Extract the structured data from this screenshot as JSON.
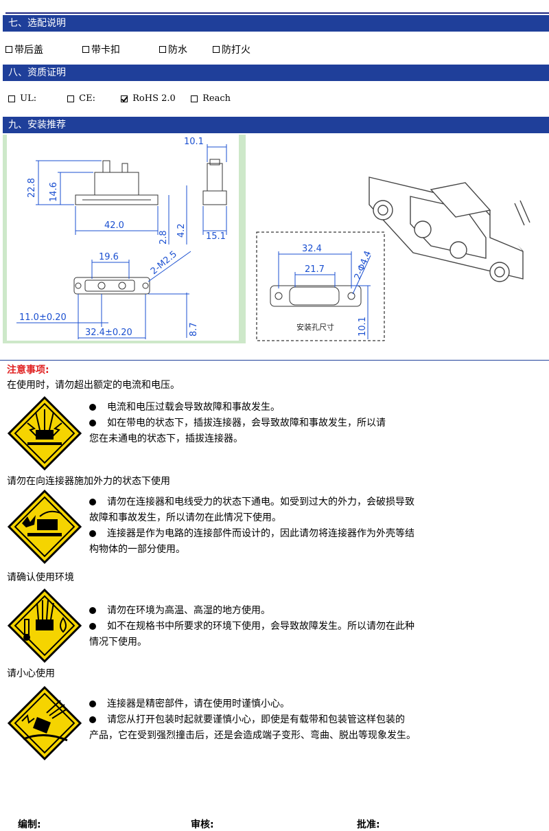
{
  "sections": {
    "s7": "七、选配说明",
    "s8": "八、资质证明",
    "s9": "九、安装推荐"
  },
  "options": [
    "带后盖",
    "带卡扣",
    "防水",
    "防打火"
  ],
  "certs": [
    {
      "label": "UL:",
      "checked": false
    },
    {
      "label": "CE:",
      "checked": false
    },
    {
      "label": "RoHS 2.0",
      "checked": true
    },
    {
      "label": "Reach",
      "checked": false
    }
  ],
  "drawing": {
    "dims": {
      "d101": "10.1",
      "d228": "22.8",
      "d146": "14.6",
      "d420": "42.0",
      "d28": "2.8",
      "d42": "4.2",
      "d151": "15.1",
      "d196": "19.6",
      "m25": "2-M2.5",
      "d110": "11.0±0.20",
      "d324t": "32.4±0.20",
      "d87": "8.7",
      "d324": "32.4",
      "d217": "21.7",
      "phi44": "2-Φ4.4",
      "d101b": "10.1"
    },
    "hole_caption": "安装孔尺寸"
  },
  "notice": {
    "title": "注意事项:",
    "h1": "在使用时，请勿超出额定的电流和电压。",
    "g1": [
      "电流和电压过载会导致故障和事故发生。",
      "如在带电的状态下，插拔连接器，会导致故障和事故发生，所以请",
      "您在未通电的状态下，插拔连接器。"
    ],
    "h2": "请勿在向连接器施加外力的状态下使用",
    "g2": [
      "请勿在连接器和电线受力的状态下通电。如受到过大的外力，会破损导致",
      "故障和事故发生，所以请勿在此情况下使用。",
      "连接器是作为电路的连接部件而设计的，因此请勿将连接器作为外壳等结",
      "构物体的一部分使用。"
    ],
    "h3": "请确认使用环境",
    "g3": [
      "请勿在环境为高温、高湿的地方使用。",
      "如不在规格书中所要求的环境下使用，会导致故障发生。所以请勿在此种",
      "情况下使用。"
    ],
    "h4": "请小心使用",
    "g4": [
      "连接器是精密部件，请在使用时谨慎小心。",
      "请您从打开包装时起就要谨慎小心，即使是有载带和包装管这样包装的",
      "产品，它在受到强烈撞击后，还是会造成端子变形、弯曲、脱出等现象发生。"
    ]
  },
  "sign": {
    "editor": "编制:",
    "reviewer": "审核:",
    "approver": "批准:"
  },
  "colors": {
    "section_bar": "#1f3f9a",
    "drawing_bg": "#cde8c9",
    "dim_blue": "#1a4fd0",
    "warn_yellow": "#f5d400",
    "notice_red": "#e02020"
  },
  "icons": [
    "warning-electric-icon",
    "warning-force-icon",
    "warning-environment-icon",
    "warning-impact-icon"
  ]
}
